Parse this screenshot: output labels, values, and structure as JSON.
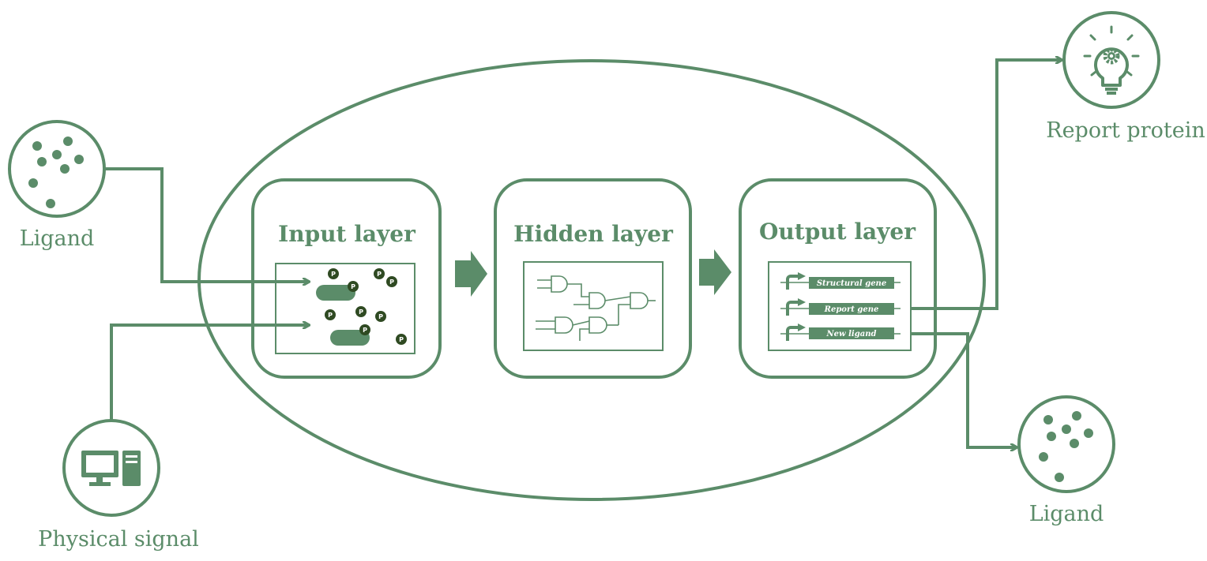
{
  "colors": {
    "accent": "#5b8c69",
    "phospho": "#2f4a22",
    "background": "#ffffff"
  },
  "layers": {
    "input": {
      "title": "Input layer"
    },
    "hidden": {
      "title": "Hidden layer"
    },
    "output": {
      "title": "Output layer"
    }
  },
  "genes": [
    "Structural gene",
    "Report gene",
    "New ligand"
  ],
  "phospho_label": "P",
  "inputs": {
    "ligand": {
      "label": "Ligand",
      "icon": "ligand-particles-icon"
    },
    "physical_signal": {
      "label": "Physical signal",
      "icon": "computer-icon"
    }
  },
  "outputs": {
    "report_protein": {
      "label": "Report protein",
      "icon": "lightbulb-gear-icon"
    },
    "ligand": {
      "label": "Ligand",
      "icon": "ligand-particles-icon"
    }
  }
}
